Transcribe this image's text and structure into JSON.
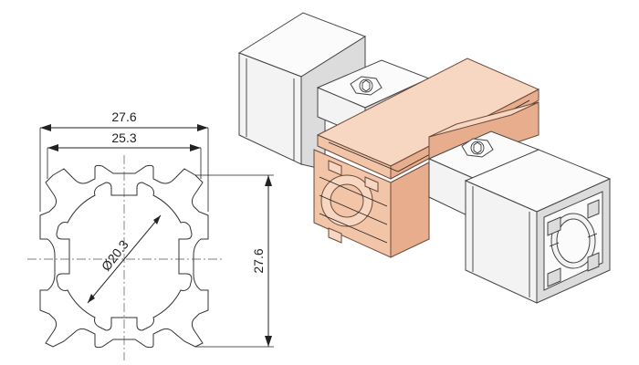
{
  "dimensions": {
    "outer_width": "27.6",
    "inner_width": "25.3",
    "height": "27.6",
    "diameter": "Ø20.3"
  },
  "colors": {
    "line": "#222222",
    "connector": "#f2c4a8",
    "tube": "#f3f3f3"
  },
  "icons": {
    "bolt": "hex-socket-bolt-icon"
  }
}
